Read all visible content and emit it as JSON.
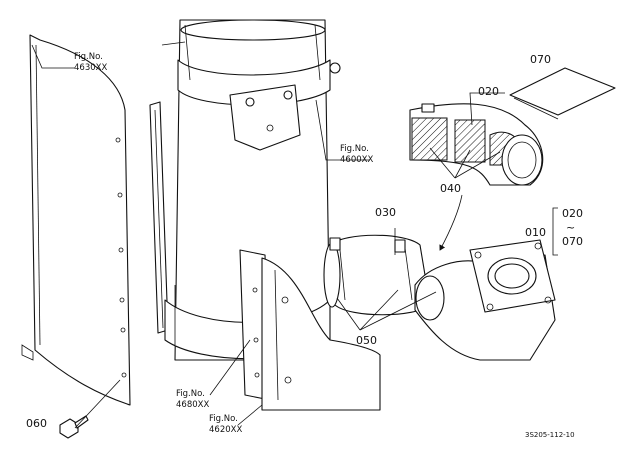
{
  "figures": {
    "fig_4630": {
      "line1": "Fig.No.",
      "line2": "4630XX"
    },
    "fig_4600": {
      "line1": "Fig.No.",
      "line2": "4600XX"
    },
    "fig_4680": {
      "line1": "Fig.No.",
      "line2": "4680XX"
    },
    "fig_4620": {
      "line1": "Fig.No.",
      "line2": "4620XX"
    }
  },
  "parts": {
    "p010": "010",
    "p020": "020",
    "p030": "030",
    "p040": "040",
    "p050": "050",
    "p060": "060",
    "p070": "070"
  },
  "bracket": {
    "from": "020",
    "tilde": "~",
    "to": "070"
  },
  "drawing_code": "3S205-112-10"
}
